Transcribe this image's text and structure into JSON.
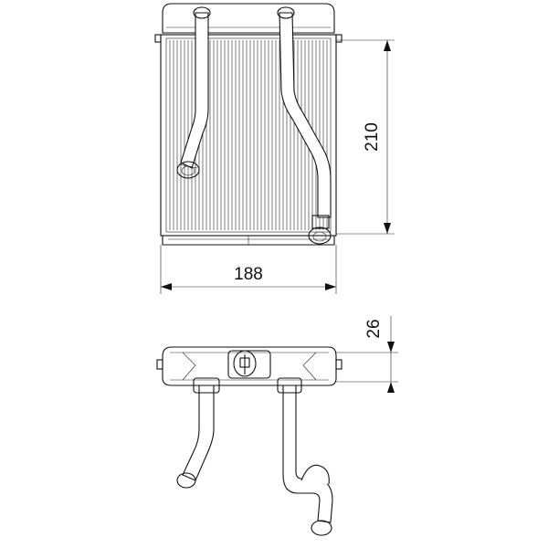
{
  "drawing": {
    "subject": "heater-core-technical-drawing",
    "views": [
      "front-view",
      "top-view"
    ],
    "dimensions": {
      "width": "188",
      "height": "210",
      "depth": "26"
    },
    "colors": {
      "line": "#111111",
      "background": "#ffffff"
    }
  }
}
